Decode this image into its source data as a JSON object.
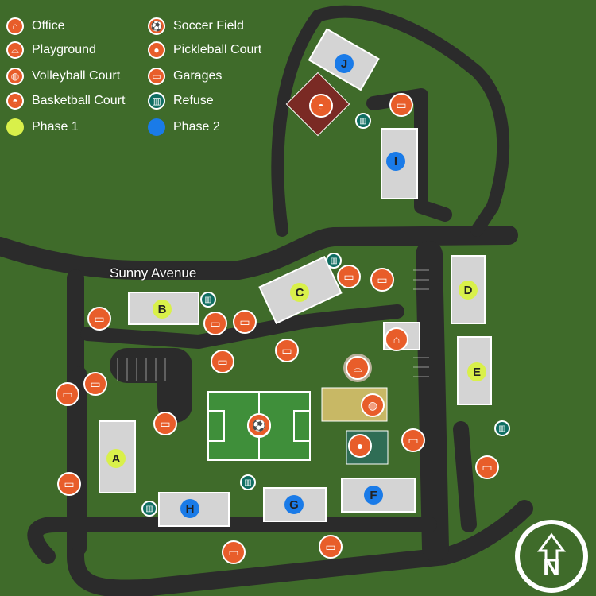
{
  "legend": {
    "office": "Office",
    "soccer": "Soccer Field",
    "playground": "Playground",
    "pickleball": "Pickleball Court",
    "volleyball": "Volleyball Court",
    "garages": "Garages",
    "basketball": "Basketball Court",
    "refuse": "Refuse",
    "phase1": "Phase 1",
    "phase2": "Phase 2"
  },
  "street": "Sunny Avenue",
  "buildings": {
    "a": "A",
    "b": "B",
    "c": "C",
    "d": "D",
    "e": "E",
    "f": "F",
    "g": "G",
    "h": "H",
    "i": "I",
    "j": "J"
  },
  "compass": "N",
  "colors": {
    "grass": "#3f6b2a",
    "road": "#2b2b2b",
    "building": "#d4d4d4",
    "garage_marker": "#e85d2a",
    "refuse_marker": "#0f6e62",
    "phase1": "#d9f04a",
    "phase2": "#1a7be8",
    "soccer_field": "#3f8f3a",
    "sport_court": "#c8b865",
    "pickleball_court": "#2f6d55"
  },
  "icons": [
    "house-icon",
    "soccer-ball-icon",
    "playground-icon",
    "pickleball-icon",
    "volleyball-icon",
    "car-icon",
    "basketball-icon",
    "trash-icon"
  ]
}
